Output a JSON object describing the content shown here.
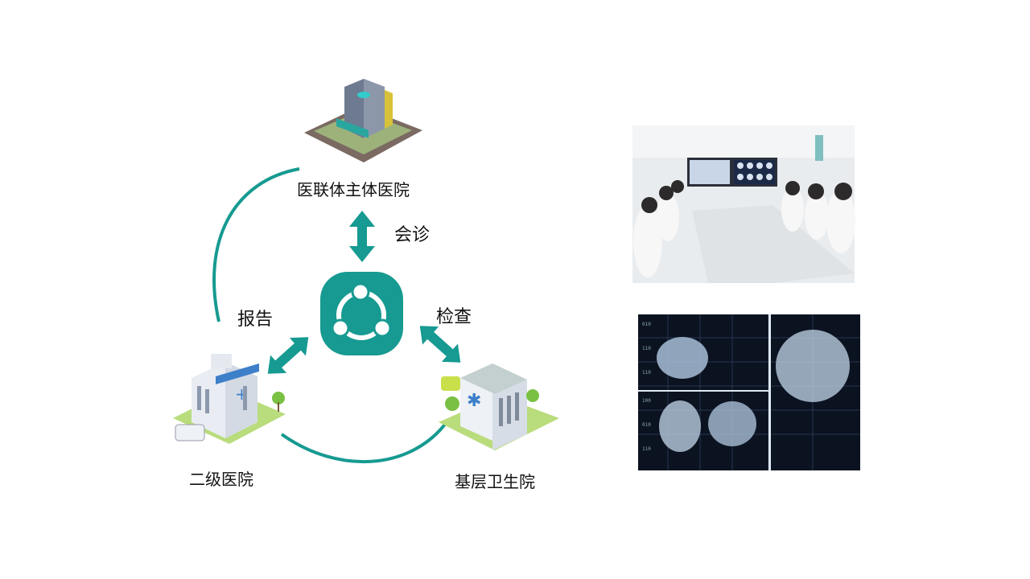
{
  "diagram": {
    "nodes": {
      "main_hospital": "医联体主体医院",
      "secondary_hospital": "二级医院",
      "primary_clinic": "基层卫生院"
    },
    "edges": {
      "consultation": "会诊",
      "report": "报告",
      "examination": "检查"
    },
    "hub_icon": "share-network-icon"
  },
  "colors": {
    "accent": "#169a91"
  }
}
